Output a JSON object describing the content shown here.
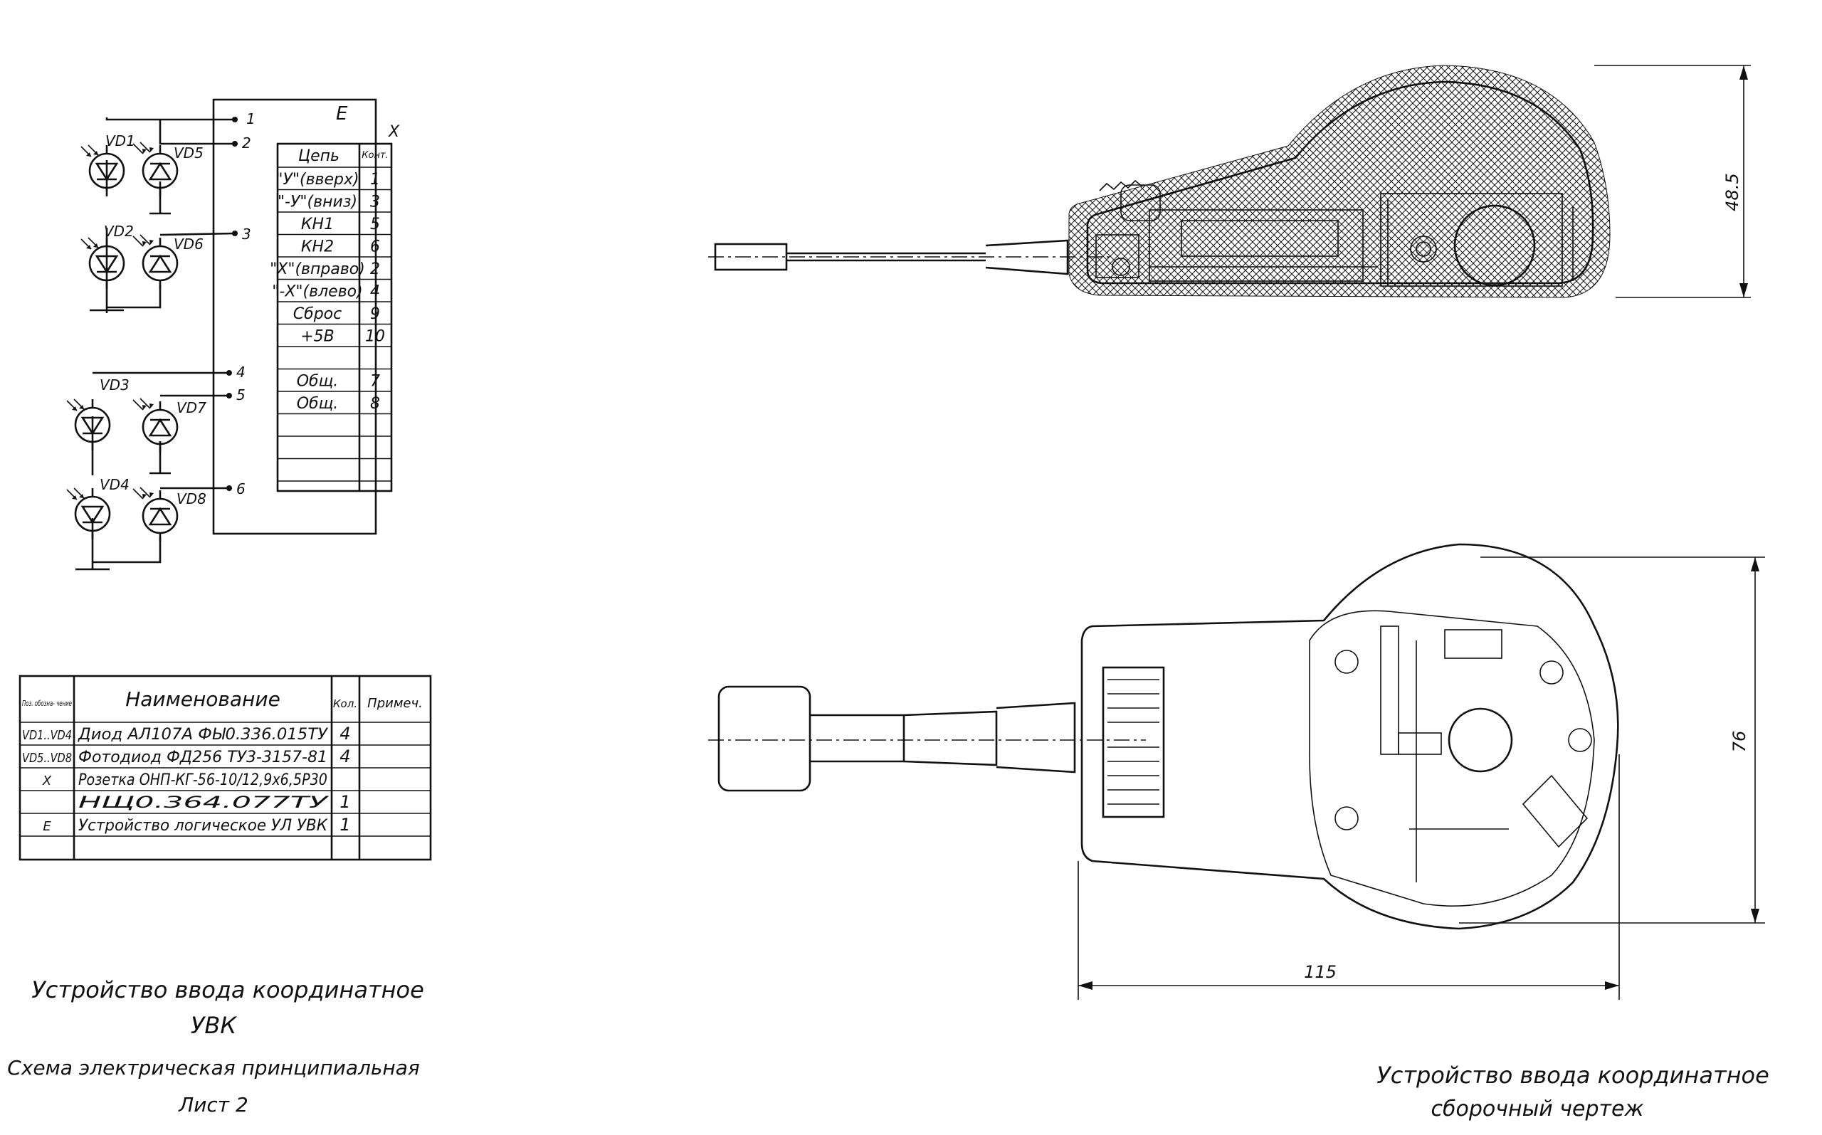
{
  "schematic": {
    "block_label": "E",
    "connector_label": "X",
    "pins": [
      "1",
      "2",
      "3",
      "4",
      "5",
      "6"
    ],
    "diodes": [
      "VD1",
      "VD2",
      "VD3",
      "VD4"
    ],
    "photodiodes": [
      "VD5",
      "VD6",
      "VD7",
      "VD8"
    ],
    "table": {
      "header": {
        "circuit": "Цепь",
        "contact": "Конт."
      },
      "rows": [
        {
          "circuit": "\"У\"(вверх)",
          "contact": "1"
        },
        {
          "circuit": "\"-У\"(вниз)",
          "contact": "3"
        },
        {
          "circuit": "КН1",
          "contact": "5"
        },
        {
          "circuit": "КН2",
          "contact": "6"
        },
        {
          "circuit": "\"Х\"(вправо)",
          "contact": "2"
        },
        {
          "circuit": "\"-Х\"(влево)",
          "contact": "4"
        },
        {
          "circuit": "Сброс",
          "contact": "9"
        },
        {
          "circuit": "+5В",
          "contact": "10"
        },
        {
          "circuit": "",
          "contact": ""
        },
        {
          "circuit": "Общ.",
          "contact": "7"
        },
        {
          "circuit": "Общ.",
          "contact": "8"
        },
        {
          "circuit": "",
          "contact": ""
        },
        {
          "circuit": "",
          "contact": ""
        },
        {
          "circuit": "",
          "contact": ""
        },
        {
          "circuit": "",
          "contact": ""
        }
      ]
    }
  },
  "parts_list": {
    "headers": {
      "pos": "Поз. обозна- чение",
      "name": "Наименование",
      "qty": "Кол.",
      "note": "Примеч."
    },
    "rows": [
      {
        "pos": "VD1..VD4",
        "name": "Диод АЛ107А ФЫ0.336.015ТУ",
        "qty": "4",
        "note": ""
      },
      {
        "pos": "VD5..VD8",
        "name": "Фотодиод ФД256 ТУ3-3157-81",
        "qty": "4",
        "note": ""
      },
      {
        "pos": "Х",
        "name": "Розетка ОНП-КГ-56-10/12,9х6,5Р30",
        "qty": "",
        "note": ""
      },
      {
        "pos": "",
        "name": "НЩ0.364.077ТУ",
        "qty": "1",
        "note": ""
      },
      {
        "pos": "Е",
        "name": "Устройство логическое УЛ УВК",
        "qty": "1",
        "note": ""
      },
      {
        "pos": "",
        "name": "",
        "qty": "",
        "note": ""
      }
    ]
  },
  "captions": {
    "left_title": "Устройство ввода координатное",
    "left_code": "УВК",
    "left_subtitle": "Схема электрическая принципиальная",
    "left_sheet": "Лист 2",
    "right_title": "Устройство ввода координатное",
    "right_subtitle": "сборочный чертеж"
  },
  "dimensions": {
    "height": "48.5",
    "width": "76",
    "length": "115"
  }
}
